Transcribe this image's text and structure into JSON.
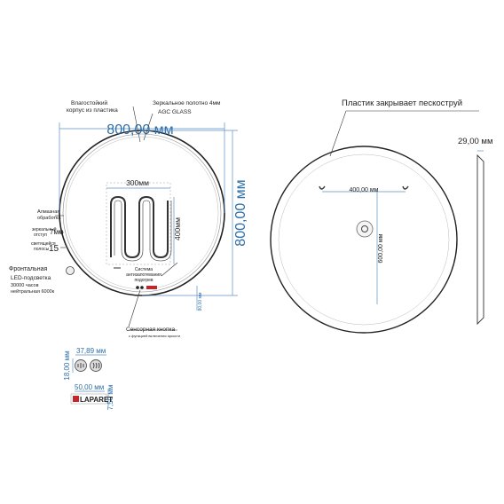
{
  "front_view": {
    "width_dim": "800,00 мм",
    "height_dim": "800,00 мм",
    "heater_width": "300мм",
    "heater_height": "400мм",
    "small_dim_80": "80,00 мм",
    "callouts": {
      "housing": [
        "Влагостойкий",
        "корпус из пластика"
      ],
      "mirror": [
        "Зеркальное полотно 4мм",
        "AGC GLASS"
      ],
      "diamond": [
        "Алмазная",
        "обработка"
      ],
      "mirror_offset": [
        "зеркальный",
        "отступ"
      ],
      "mirror_offset_val": "7мм",
      "light_strip": [
        "светящейся",
        "полосы"
      ],
      "light_strip_val": "15",
      "front_led": [
        "Фронтальная",
        "LED-подсветка",
        "30000 часов",
        "нейтральная 6000к"
      ],
      "heater": [
        "Система",
        "антизапотевания",
        "подогрев"
      ],
      "sensor": [
        "Сенсорная кнопка",
        "с функцией включения яркости"
      ]
    }
  },
  "back_view": {
    "title": "Пластик закрывает пескоструй",
    "depth_dim": "29,00 мм",
    "hanger_dim": "400,00 мм",
    "center_dim": "600,00 мм"
  },
  "button_detail": {
    "dim_top": "37,89 мм",
    "dim_side": "18,00 мм",
    "dim_bottom": "50,00 мм",
    "dim_right": "7,50 мм",
    "brand": "LAPARET"
  },
  "colors": {
    "dimension": "#2e6fa8",
    "line": "#222222",
    "brand": "#c0282d"
  }
}
